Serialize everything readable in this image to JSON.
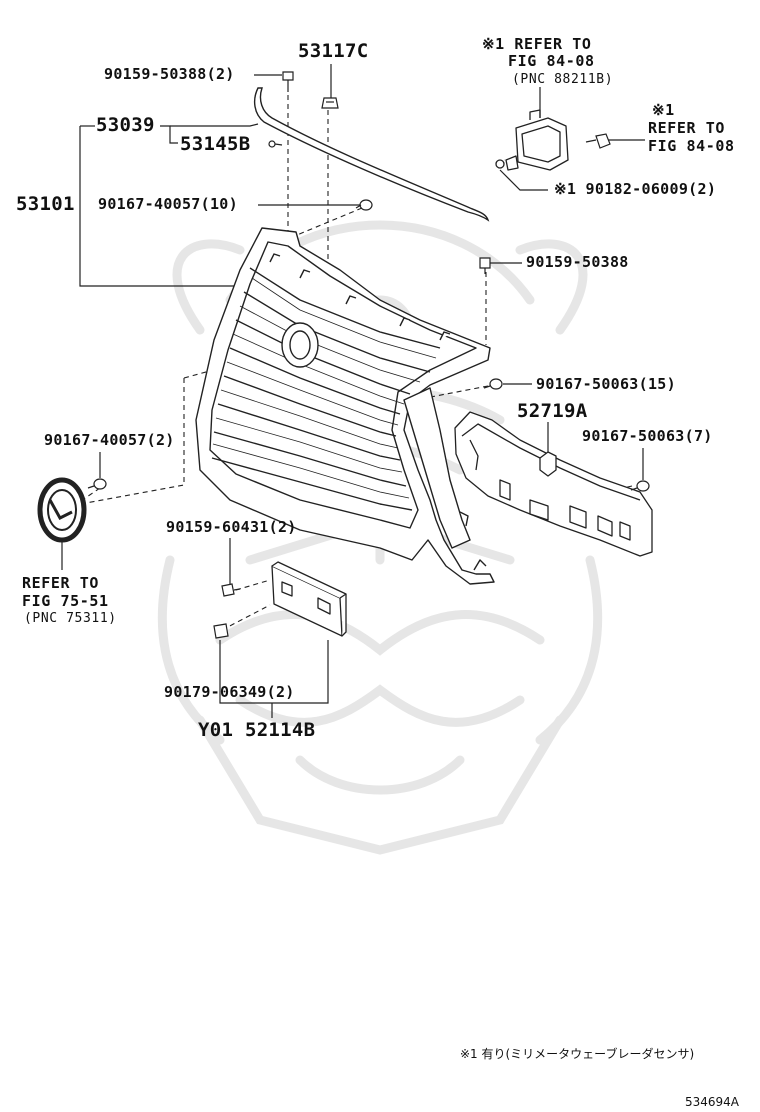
{
  "labels": {
    "p53117C": "53117C",
    "p90159_50388_2": "90159-50388(2)",
    "p53039": "53039",
    "p53145B": "53145B",
    "p53101": "53101",
    "p90167_40057_10": "90167-40057(10)",
    "p90159_50388": "90159-50388",
    "p90167_50063_15": "90167-50063(15)",
    "p52719A": "52719A",
    "p90167_50063_7": "90167-50063(7)",
    "p90167_40057_2": "90167-40057(2)",
    "p90159_60431_2": "90159-60431(2)",
    "p90179_06349_2": "90179-06349(2)",
    "pY01_52114B": "Y01 52114B",
    "p90182_06009_2": "※1 90182-06009(2)"
  },
  "refs": {
    "radar_line1": "※1 REFER TO",
    "radar_line2": "FIG 84-08",
    "radar_line3": "(PNC 88211B)",
    "right_line1": "※1",
    "right_line2": "REFER TO",
    "right_line3": "FIG 84-08",
    "emblem_line1": "REFER TO",
    "emblem_line2": "FIG 75-51",
    "emblem_line3": "(PNC 75311)"
  },
  "footnote": "※1 有り(ミリメータウェーブレーダセンサ)",
  "figure_code": "534694A"
}
